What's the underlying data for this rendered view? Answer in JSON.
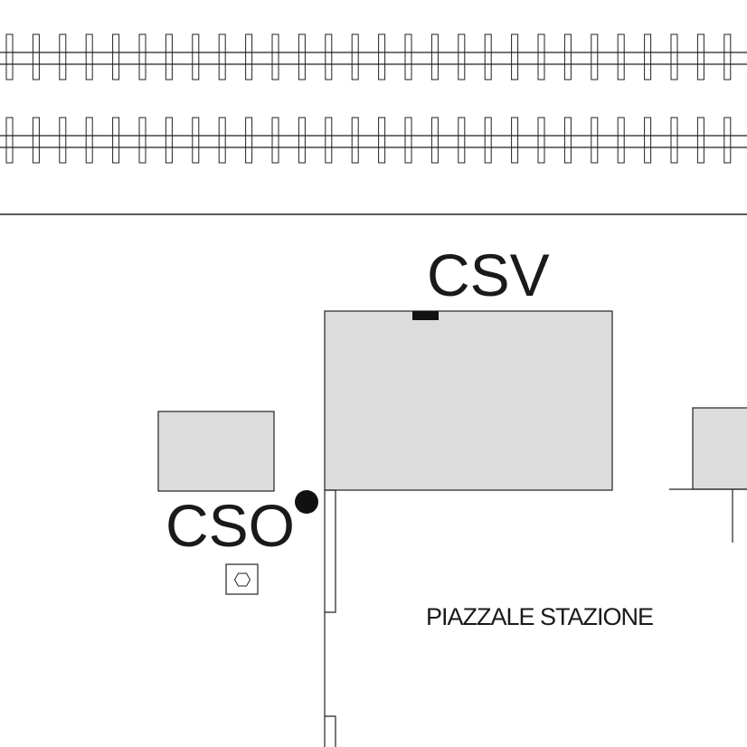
{
  "labels": {
    "csv": "CSV",
    "cso": "CSO",
    "piazzale": "PIAZZALE STAZIONE"
  },
  "colors": {
    "building_fill": "#dcdcdc",
    "stroke": "#222222",
    "marker": "#111111",
    "background": "#ffffff"
  },
  "map": {
    "tracks": [
      {
        "name": "track-1"
      },
      {
        "name": "track-2"
      }
    ],
    "markers": [
      {
        "name": "csv-marker",
        "shape": "rectangle"
      },
      {
        "name": "cso-marker",
        "shape": "circle"
      },
      {
        "name": "hydrant",
        "shape": "square-with-circle"
      }
    ]
  }
}
